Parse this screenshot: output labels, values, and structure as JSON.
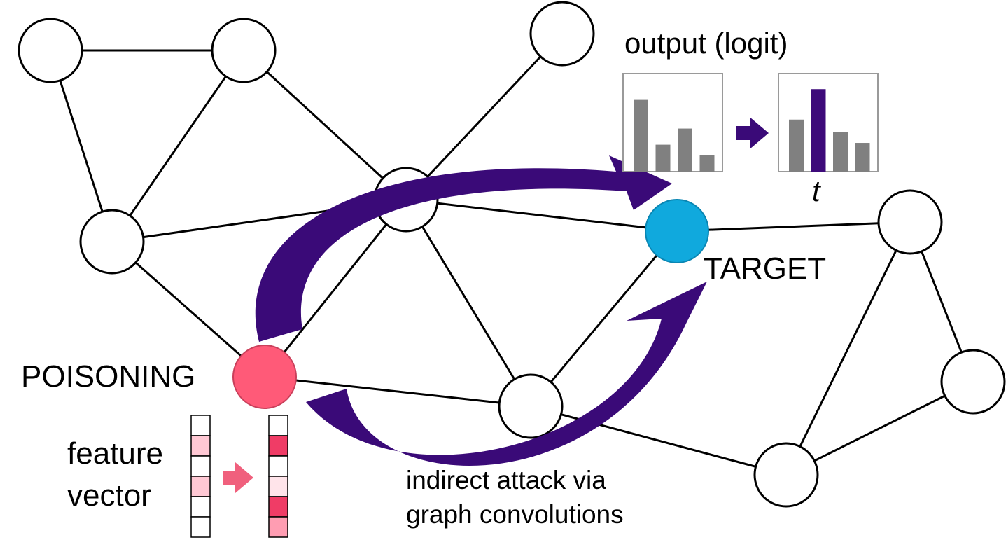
{
  "colors": {
    "edge": "#000000",
    "node_fill": "#ffffff",
    "poison": "#ff5a78",
    "poison_stroke": "#c9405b",
    "target": "#10a9dd",
    "target_stroke": "#0a86b3",
    "arrow": "#3a0a78",
    "arrow_dark": "#2a0060",
    "bar_gray": "#808080",
    "bar_highlight": "#3d0a7a",
    "feature_light": "#ffc8d4",
    "feature_mid": "#ff9db2",
    "feature_dark": "#f03c66",
    "feature_pale": "#ffe4ea",
    "arrow_small": "#f0607d",
    "box_border": "#9a9a9a"
  },
  "labels": {
    "output": "output (logit)",
    "t": "t",
    "target": "TARGET",
    "poisoning": "POISONING",
    "feature_line1": "feature",
    "feature_line2": "vector",
    "attack_line1": "indirect attack via",
    "attack_line2": "graph convolutions"
  },
  "logit_before": [
    0.8,
    0.3,
    0.48,
    0.18
  ],
  "logit_after": [
    0.58,
    0.92,
    0.44,
    0.32
  ],
  "logit_highlight_index": 1,
  "feature_before": [
    "none",
    "light",
    "none",
    "light",
    "none",
    "none"
  ],
  "feature_after": [
    "none",
    "dark",
    "none",
    "pale",
    "dark",
    "mid"
  ]
}
